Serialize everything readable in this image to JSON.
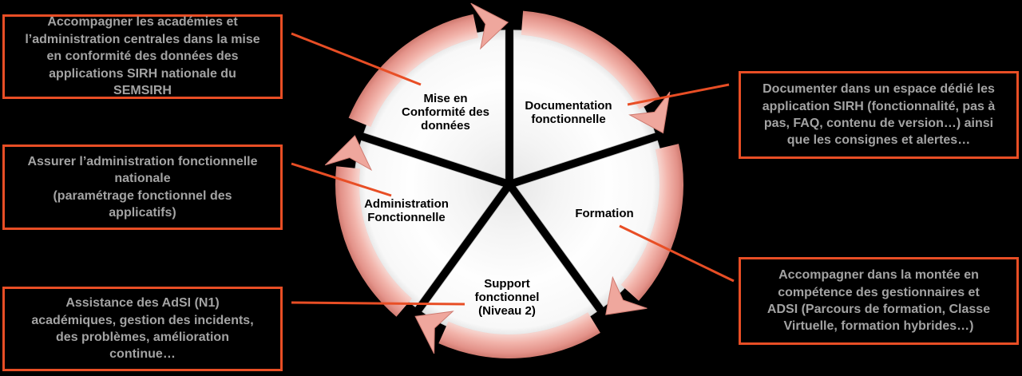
{
  "colors": {
    "background": "#000000",
    "callout_border": "#E84E25",
    "callout_text": "#A3A3A3",
    "connector_line": "#E84E25",
    "arrow_pink_main": "#EFA79D",
    "arrow_pink_light": "#F7D4CE",
    "arrow_pink_dark": "#CF7A70",
    "wedge_fill_light": "#FEFEFE",
    "wedge_fill_rim": "#D2D2D2",
    "wedge_label_text": "#000000"
  },
  "cycle": {
    "wedges": [
      {
        "id": "documentation-fonctionnelle",
        "label_lines": [
          "Documentation",
          "fonctionnelle"
        ]
      },
      {
        "id": "formation",
        "label_lines": [
          "Formation"
        ]
      },
      {
        "id": "support-fonctionnel",
        "label_lines": [
          "Support",
          "fonctionnel",
          "(Niveau 2)"
        ]
      },
      {
        "id": "administration-fonctionnelle",
        "label_lines": [
          "Administration",
          "Fonctionnelle"
        ]
      },
      {
        "id": "mise-en-conformite",
        "label_lines": [
          "Mise en",
          "Conformité des",
          "données"
        ]
      }
    ]
  },
  "callouts": [
    {
      "id": "callout-mise-en-conformite",
      "lines": [
        "Accompagner les académies et",
        "l’administration centrales dans la mise",
        "en conformité des données des",
        "applications SIRH nationale du",
        "SEMSIRH"
      ]
    },
    {
      "id": "callout-administration-fonctionnelle",
      "lines": [
        "Assurer l’administration fonctionnelle",
        "nationale",
        "(paramétrage fonctionnel des",
        "applicatifs)"
      ]
    },
    {
      "id": "callout-support-fonctionnel",
      "lines": [
        "Assistance des AdSI (N1)",
        "académiques, gestion des incidents,",
        "des problèmes, amélioration",
        "continue…"
      ]
    },
    {
      "id": "callout-documentation-fonctionnelle",
      "lines": [
        "Documenter dans un espace dédié les",
        "application SIRH (fonctionnalité, pas à",
        "pas, FAQ, contenu de version…) ainsi",
        "que les consignes et alertes…"
      ]
    },
    {
      "id": "callout-formation",
      "lines": [
        "Accompagner dans la montée en",
        "compétence des gestionnaires et",
        "ADSI (Parcours de formation, Classe",
        "Virtuelle, formation hybrides…)"
      ]
    }
  ]
}
